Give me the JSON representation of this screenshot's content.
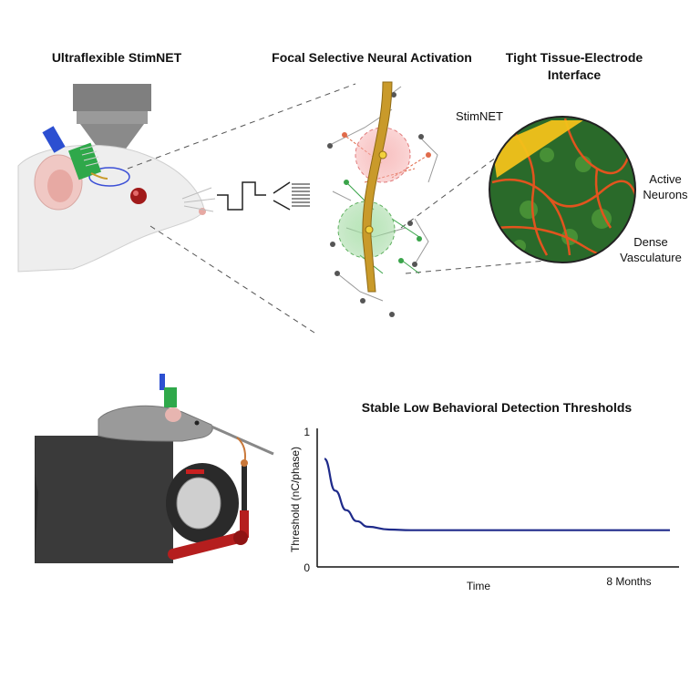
{
  "panels": {
    "left_title": "Ultraflexible StimNET",
    "middle_title": "Focal Selective Neural Activation",
    "right_title_line1": "Tight Tissue-Electrode",
    "right_title_line2": "Interface"
  },
  "callouts": {
    "stimnet": "StimNET",
    "active_1": "Active",
    "active_2": "Neurons",
    "dense_1": "Dense",
    "dense_2": "Vasculature"
  },
  "colors": {
    "probe": "#c99a2a",
    "red_field": "#f4a3a3",
    "green_field": "#8fd18f",
    "curve": "#1e2a8a",
    "microscope": "#8a8a8a",
    "laser": "#39d339",
    "cage": "#3a3a3a",
    "arm": "#b51e1e"
  },
  "chart_data": {
    "type": "line",
    "title": "Stable Low Behavioral Detection Thresholds",
    "ylabel": "Threshold (nC/phase)",
    "xlabel": "Time",
    "x_end_label": "8 Months",
    "yticks": [
      "0",
      "1"
    ],
    "ylim": [
      0,
      1
    ],
    "xlim": [
      0,
      8
    ],
    "series": [
      {
        "x": [
          0,
          0.25,
          0.5,
          0.75,
          1,
          1.5,
          2,
          3,
          4,
          5,
          6,
          7,
          8
        ],
        "values": [
          0.78,
          0.55,
          0.41,
          0.33,
          0.29,
          0.27,
          0.265,
          0.265,
          0.265,
          0.265,
          0.265,
          0.265,
          0.265
        ]
      }
    ]
  }
}
